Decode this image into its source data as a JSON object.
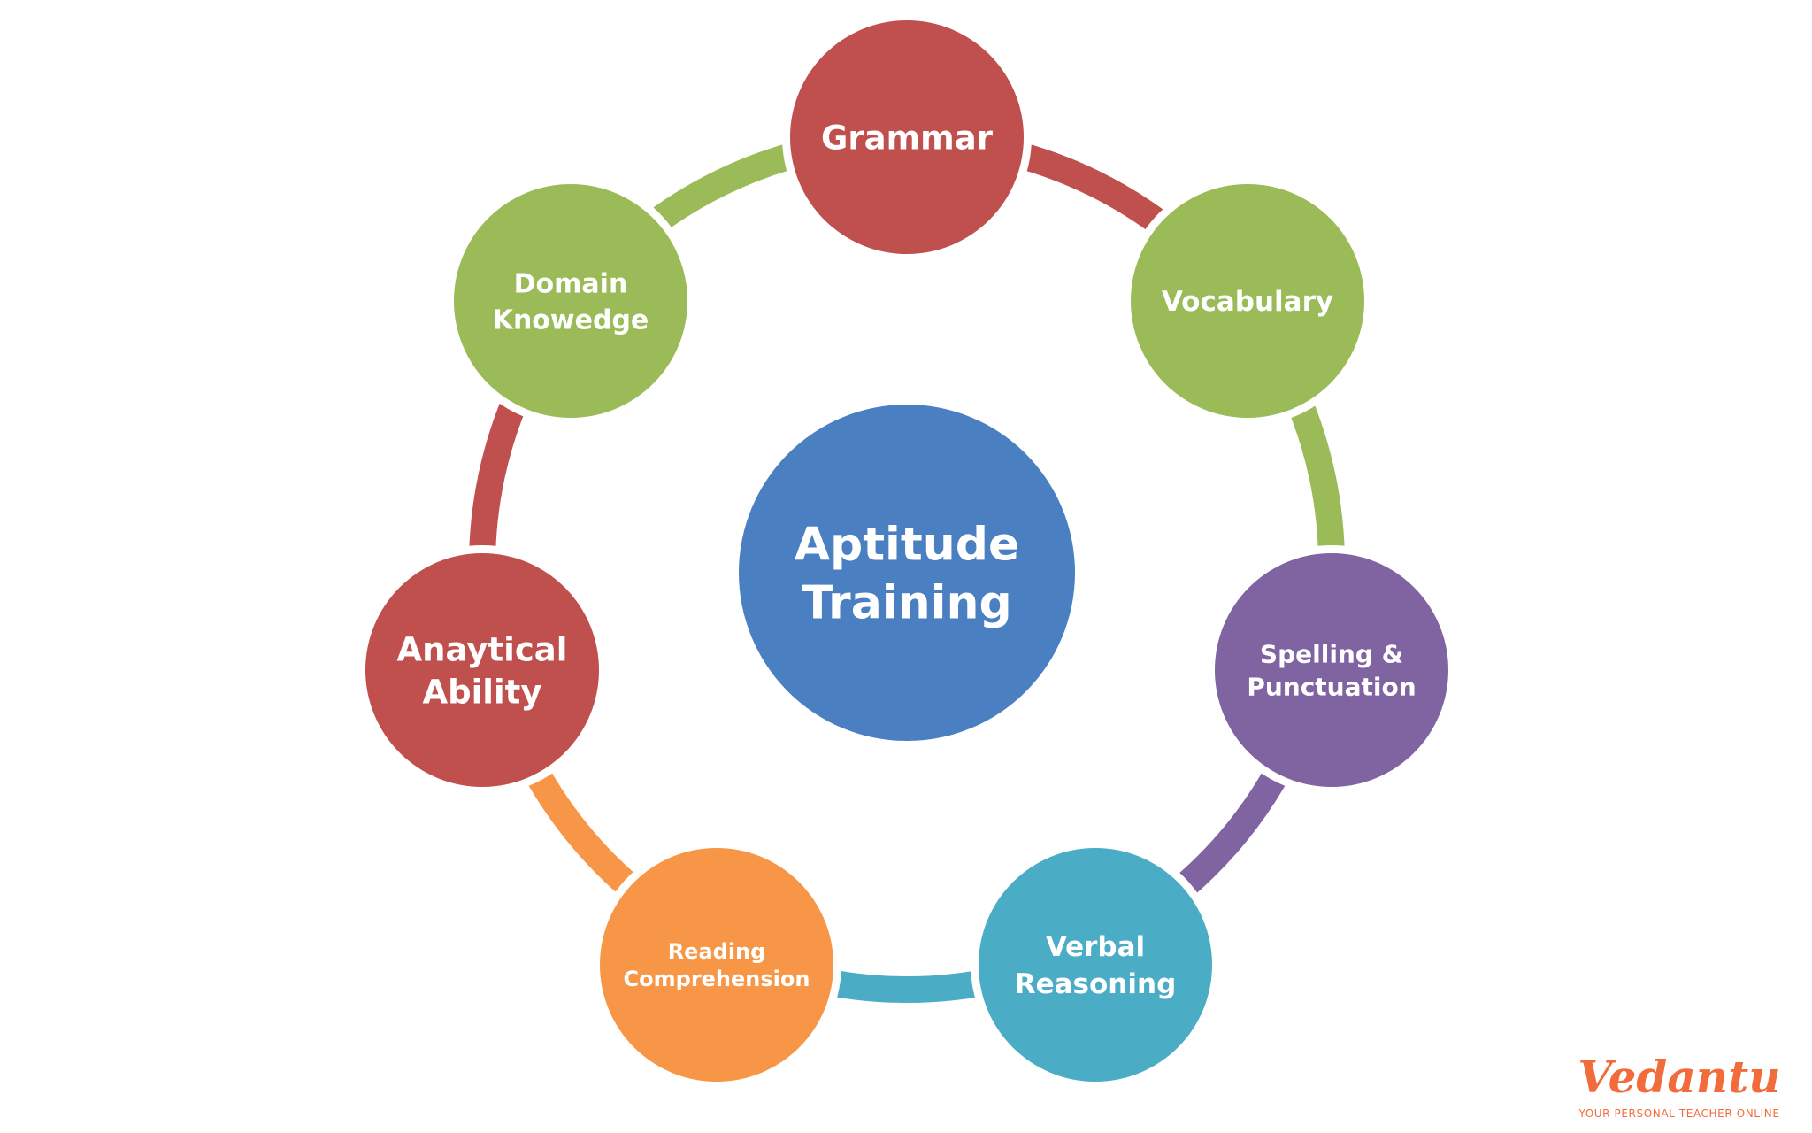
{
  "diagram": {
    "center": {
      "lines": [
        "Aptitude",
        "Training"
      ],
      "color": "#4a7fc1"
    },
    "nodes": [
      {
        "id": "grammar",
        "lines": [
          "Grammar"
        ],
        "color": "#c0504d"
      },
      {
        "id": "vocabulary",
        "lines": [
          "Vocabulary"
        ],
        "color": "#9bbb59"
      },
      {
        "id": "spelling",
        "lines": [
          "Spelling &",
          "Punctuation"
        ],
        "color": "#8064a2"
      },
      {
        "id": "verbal",
        "lines": [
          "Verbal",
          "Reasoning"
        ],
        "color": "#4bacc6"
      },
      {
        "id": "reading",
        "lines": [
          "Reading",
          "Comprehension"
        ],
        "color": "#f79646"
      },
      {
        "id": "analytical",
        "lines": [
          "Anaytical",
          "Ability"
        ],
        "color": "#c0504d"
      },
      {
        "id": "domain",
        "lines": [
          "Domain",
          "Knowedge"
        ],
        "color": "#9bbb59"
      }
    ],
    "connectors": [
      {
        "from": "grammar",
        "to": "vocabulary",
        "color": "#c0504d"
      },
      {
        "from": "vocabulary",
        "to": "spelling",
        "color": "#9bbb59"
      },
      {
        "from": "spelling",
        "to": "verbal",
        "color": "#8064a2"
      },
      {
        "from": "verbal",
        "to": "reading",
        "color": "#4bacc6"
      },
      {
        "from": "reading",
        "to": "analytical",
        "color": "#f79646"
      },
      {
        "from": "analytical",
        "to": "domain",
        "color": "#c0504d"
      },
      {
        "from": "domain",
        "to": "grammar",
        "color": "#9bbb59"
      }
    ]
  },
  "watermark": {
    "brand": "Vedantu",
    "tagline": "YOUR PERSONAL TEACHER ONLINE",
    "color": "#f26b3a"
  }
}
